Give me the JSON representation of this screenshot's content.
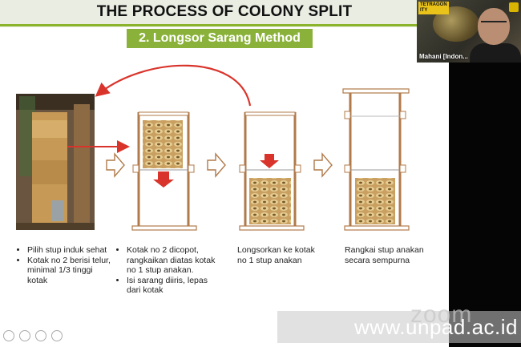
{
  "slide": {
    "title": "THE PROCESS OF COLONY SPLIT",
    "method_label": "2. Longsor Sarang Method",
    "step1_bullets": [
      "Pilih stup induk sehat",
      "Kotak no 2 berisi telur, minimal 1/3 tinggi kotak"
    ],
    "step2_bullets": [
      "Kotak no 2 dicopot, rangkaikan diatas kotak no 1 stup anakan.",
      "Isi sarang diiris, lepas dari kotak"
    ],
    "step3_text": "Longsorkan ke kotak no 1 stup anakan",
    "step4_text": "Rangkai stup anakan secara sempurna"
  },
  "webcam": {
    "name": "Mahani [Indon...",
    "tag": "TETRAGON\nITY"
  },
  "overlay": {
    "zoom_logo": "zoom",
    "watermark": "www.unpad.ac.id"
  },
  "colors": {
    "accent_green": "#8ab23a",
    "arrow_red": "#d9342b",
    "frame_tan": "#c49363"
  },
  "icons": [
    "mic-icon",
    "share-icon",
    "record-icon",
    "chat-icon"
  ]
}
